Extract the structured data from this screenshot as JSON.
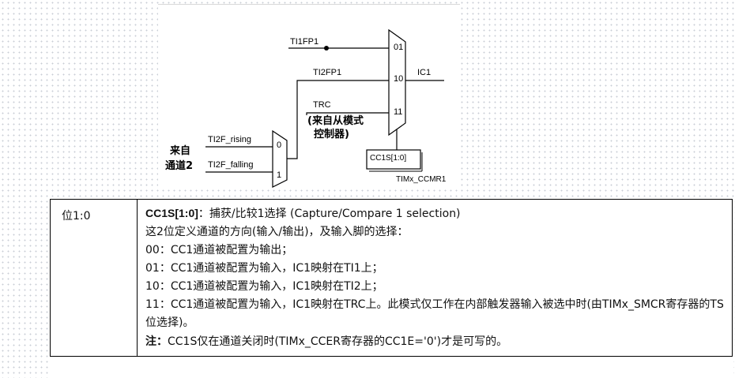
{
  "diagram": {
    "signals": {
      "ti1fp1": "TI1FP1",
      "ti2fp1": "TI2FP1",
      "trc": "TRC",
      "trc_note_1": "(来自从模式",
      "trc_note_2": "控制器)",
      "ic1": "IC1",
      "ti2f_rising": "TI2F_rising",
      "ti2f_falling": "TI2F_falling",
      "from_ch2_1": "来自",
      "from_ch2_2": "通道2"
    },
    "mux_main_inputs": [
      "01",
      "10",
      "11"
    ],
    "mux_small_inputs": [
      "0",
      "1"
    ],
    "select_box": "CC1S[1:0]",
    "register": "TIMx_CCMR1"
  },
  "table": {
    "bits": "位1:0",
    "title": "CC1S[1:0]",
    "title_rest": "：捕获/比较1选择 (Capture/Compare 1 selection)",
    "desc": "这2位定义通道的方向(输入/输出)，及输入脚的选择：",
    "opt00": "00：CC1通道被配置为输出；",
    "opt01": "01：CC1通道被配置为输入，IC1映射在TI1上；",
    "opt10": "10：CC1通道被配置为输入，IC1映射在TI2上；",
    "opt11": "11：CC1通道被配置为输入，IC1映射在TRC上。此模式仅工作在内部触发器输入被选中时(由TIMx_SMCR寄存器的TS位选择)。",
    "note_label": "注：",
    "note": "CC1S仅在通道关闭时(TIMx_CCER寄存器的CC1E='0')才是可写的。"
  }
}
